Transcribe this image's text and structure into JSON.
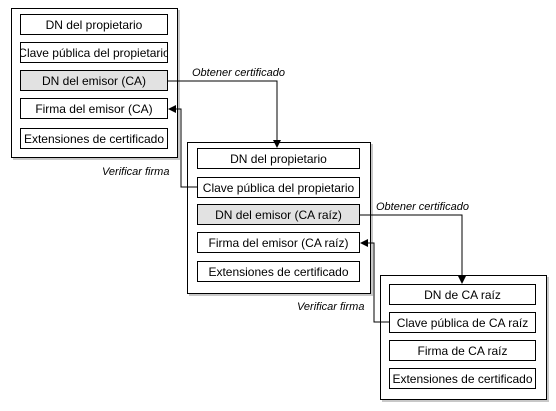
{
  "certificates": [
    {
      "fields": [
        "DN del propietario",
        "Clave pública del propietario",
        "DN del emisor (CA)",
        "Firma del emisor (CA)",
        "Extensiones de certificado"
      ]
    },
    {
      "fields": [
        "DN del propietario",
        "Clave pública del propietario",
        "DN del emisor (CA raíz)",
        "Firma del emisor (CA raíz)",
        "Extensiones de certificado"
      ]
    },
    {
      "fields": [
        "DN de CA raíz",
        "Clave pública de CA raíz",
        "Firma de CA raíz",
        "Extensiones de certificado"
      ]
    }
  ],
  "labels": {
    "obtain_1": "Obtener certificado",
    "verify_1": "Verificar firma",
    "obtain_2": "Obtener certificado",
    "verify_2": "Verificar firma"
  },
  "colors": {
    "shaded_field": "#e2e2e2",
    "line": "#000000"
  }
}
